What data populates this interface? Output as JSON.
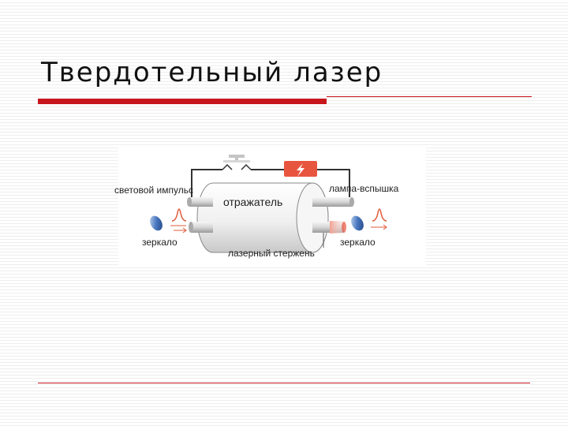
{
  "slide": {
    "title": "Твердотельный лазер"
  },
  "diagram": {
    "labels": {
      "light_pulse": "световой импульс",
      "reflector": "отражатель",
      "flash_lamp": "лампа-вспышка",
      "mirror_left": "зеркало",
      "mirror_right": "зеркало",
      "laser_rod": "лазерный стержень"
    },
    "colors": {
      "accent_red": "#c8161d",
      "discharge_red": "#e8553f",
      "mirror_blue": "#4a78c0",
      "pulse_red": "#e05a3a",
      "wire": "#333333"
    },
    "icons": {
      "switch": "switch-icon",
      "discharge": "lightning-icon",
      "mirror": "mirror-icon",
      "pulse": "light-pulse-icon"
    }
  }
}
